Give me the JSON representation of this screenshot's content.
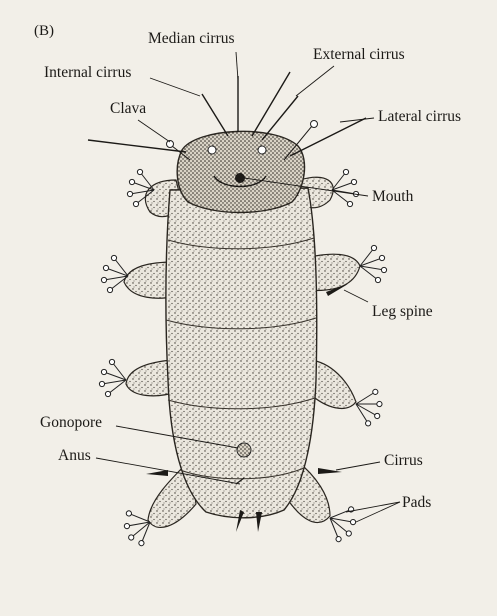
{
  "figure": {
    "panel_label": "(B)",
    "labels": {
      "median_cirrus": "Median cirrus",
      "internal_cirrus": "Internal cirrus",
      "external_cirrus": "External cirrus",
      "clava": "Clava",
      "lateral_cirrus": "Lateral cirrus",
      "mouth": "Mouth",
      "leg_spine": "Leg spine",
      "gonopore": "Gonopore",
      "anus": "Anus",
      "cirrus": "Cirrus",
      "pads": "Pads"
    }
  }
}
